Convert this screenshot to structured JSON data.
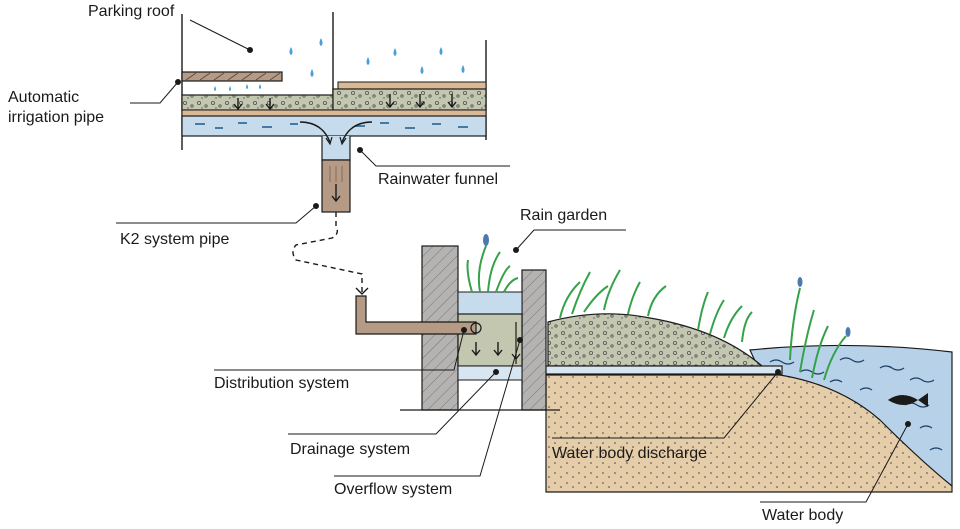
{
  "labels": {
    "parking_roof": "Parking roof",
    "automatic_irrigation_pipe_line1": "Automatic",
    "automatic_irrigation_pipe_line2": "irrigation pipe",
    "rainwater_funnel": "Rainwater funnel",
    "k2_system_pipe": "K2 system pipe",
    "rain_garden": "Rain garden",
    "distribution_system": "Distribution system",
    "drainage_system": "Drainage system",
    "overflow_system": "Overflow system",
    "water_body_discharge": "Water body discharge",
    "water_body": "Water body"
  },
  "colors": {
    "water": "#c6dcec",
    "water_deep": "#b7d2e8",
    "soil": "#e6cda9",
    "gravel": "#c3c7b0",
    "concrete": "#b5b3b1",
    "pipe": "#b59a86",
    "plant": "#35a24a",
    "drop": "#4a9fd8",
    "line": "#1a1a1a"
  }
}
